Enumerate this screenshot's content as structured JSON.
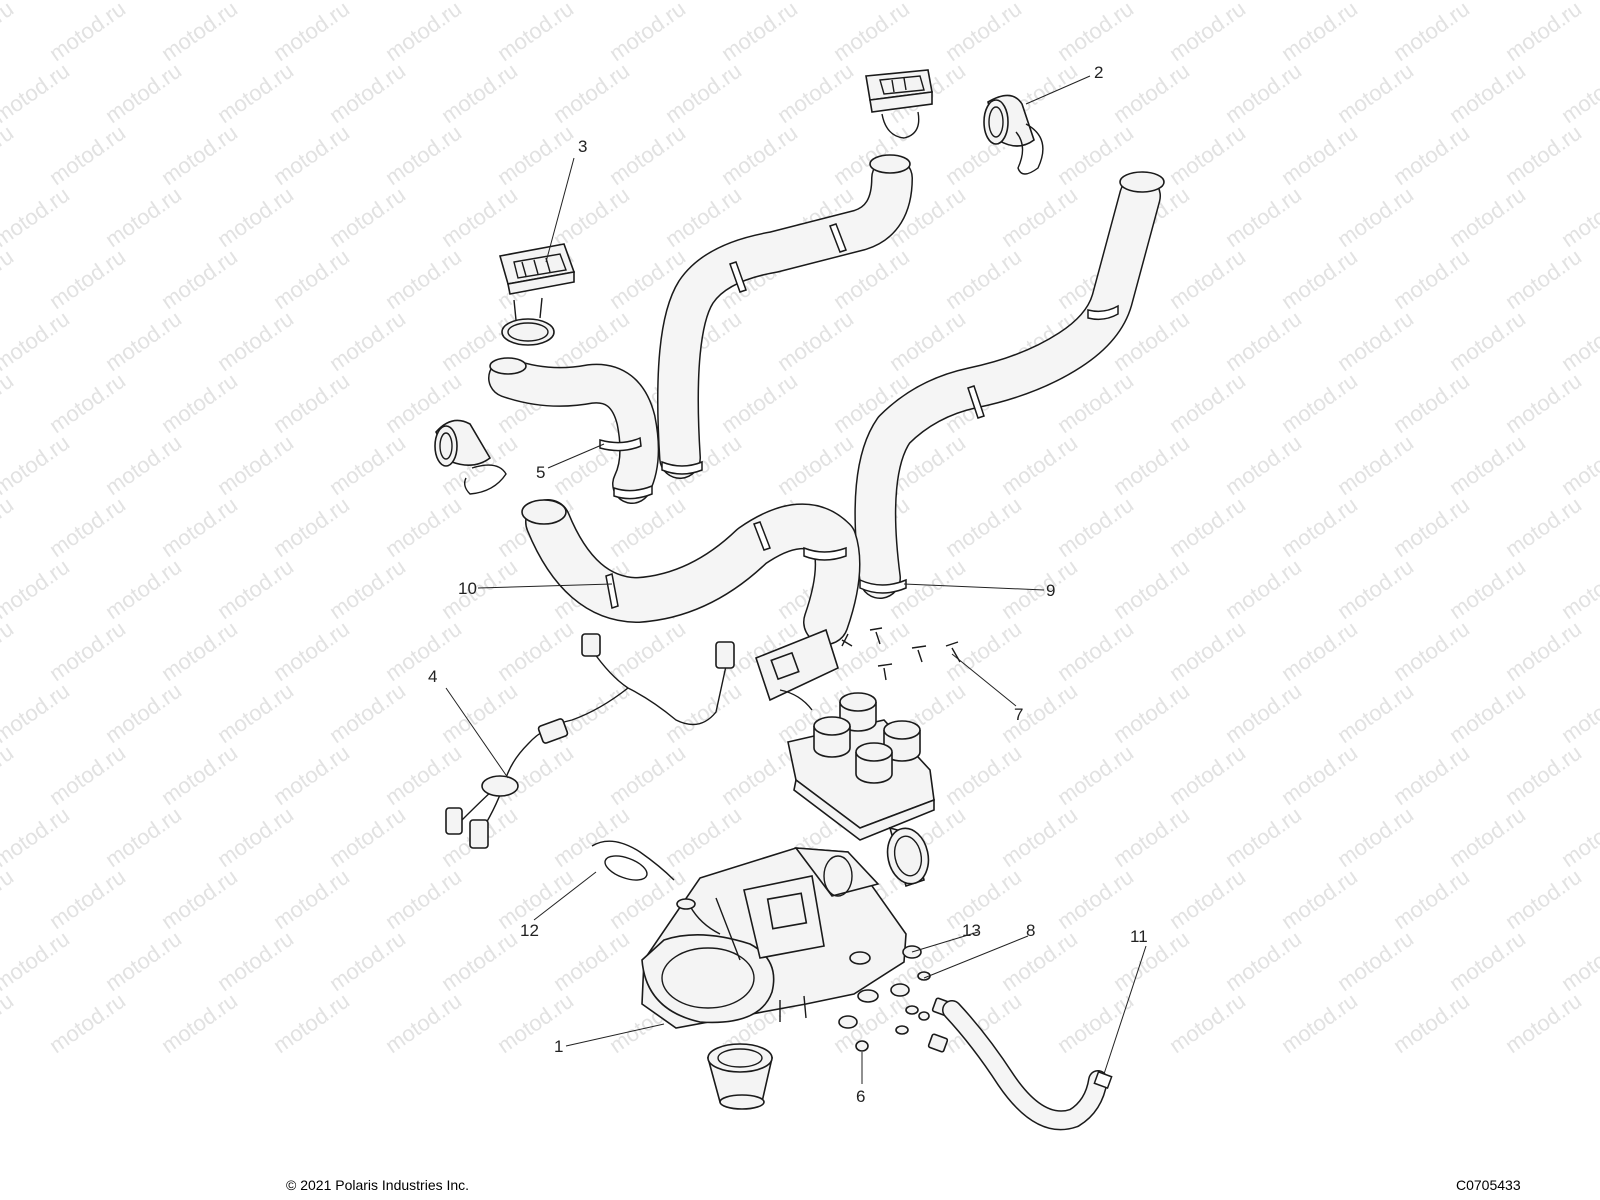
{
  "watermark": {
    "text": "motod.ru"
  },
  "callouts": [
    "1",
    "2",
    "3",
    "4",
    "5",
    "6",
    "7",
    "8",
    "9",
    "10",
    "11",
    "12",
    "13"
  ],
  "footer": {
    "copyright": "© 2021 Polaris Industries Inc.",
    "drawing_number": "C0705433"
  }
}
